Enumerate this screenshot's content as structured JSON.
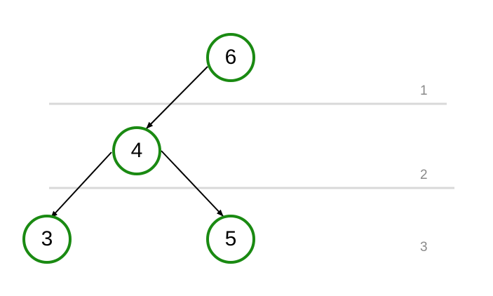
{
  "diagram": {
    "type": "binary-tree",
    "node_color": "#1a8a12",
    "edge_color": "#000000",
    "divider_color": "#d9d9d9",
    "level_label_color": "#8a8a8a",
    "nodes": [
      {
        "id": "n6",
        "label": "6",
        "level": 1
      },
      {
        "id": "n4",
        "label": "4",
        "level": 2
      },
      {
        "id": "n3",
        "label": "3",
        "level": 3
      },
      {
        "id": "n5",
        "label": "5",
        "level": 3
      }
    ],
    "edges": [
      {
        "from": "n6",
        "to": "n4"
      },
      {
        "from": "n4",
        "to": "n3"
      },
      {
        "from": "n4",
        "to": "n5"
      }
    ],
    "levels": [
      {
        "label": "1"
      },
      {
        "label": "2"
      },
      {
        "label": "3"
      }
    ]
  }
}
